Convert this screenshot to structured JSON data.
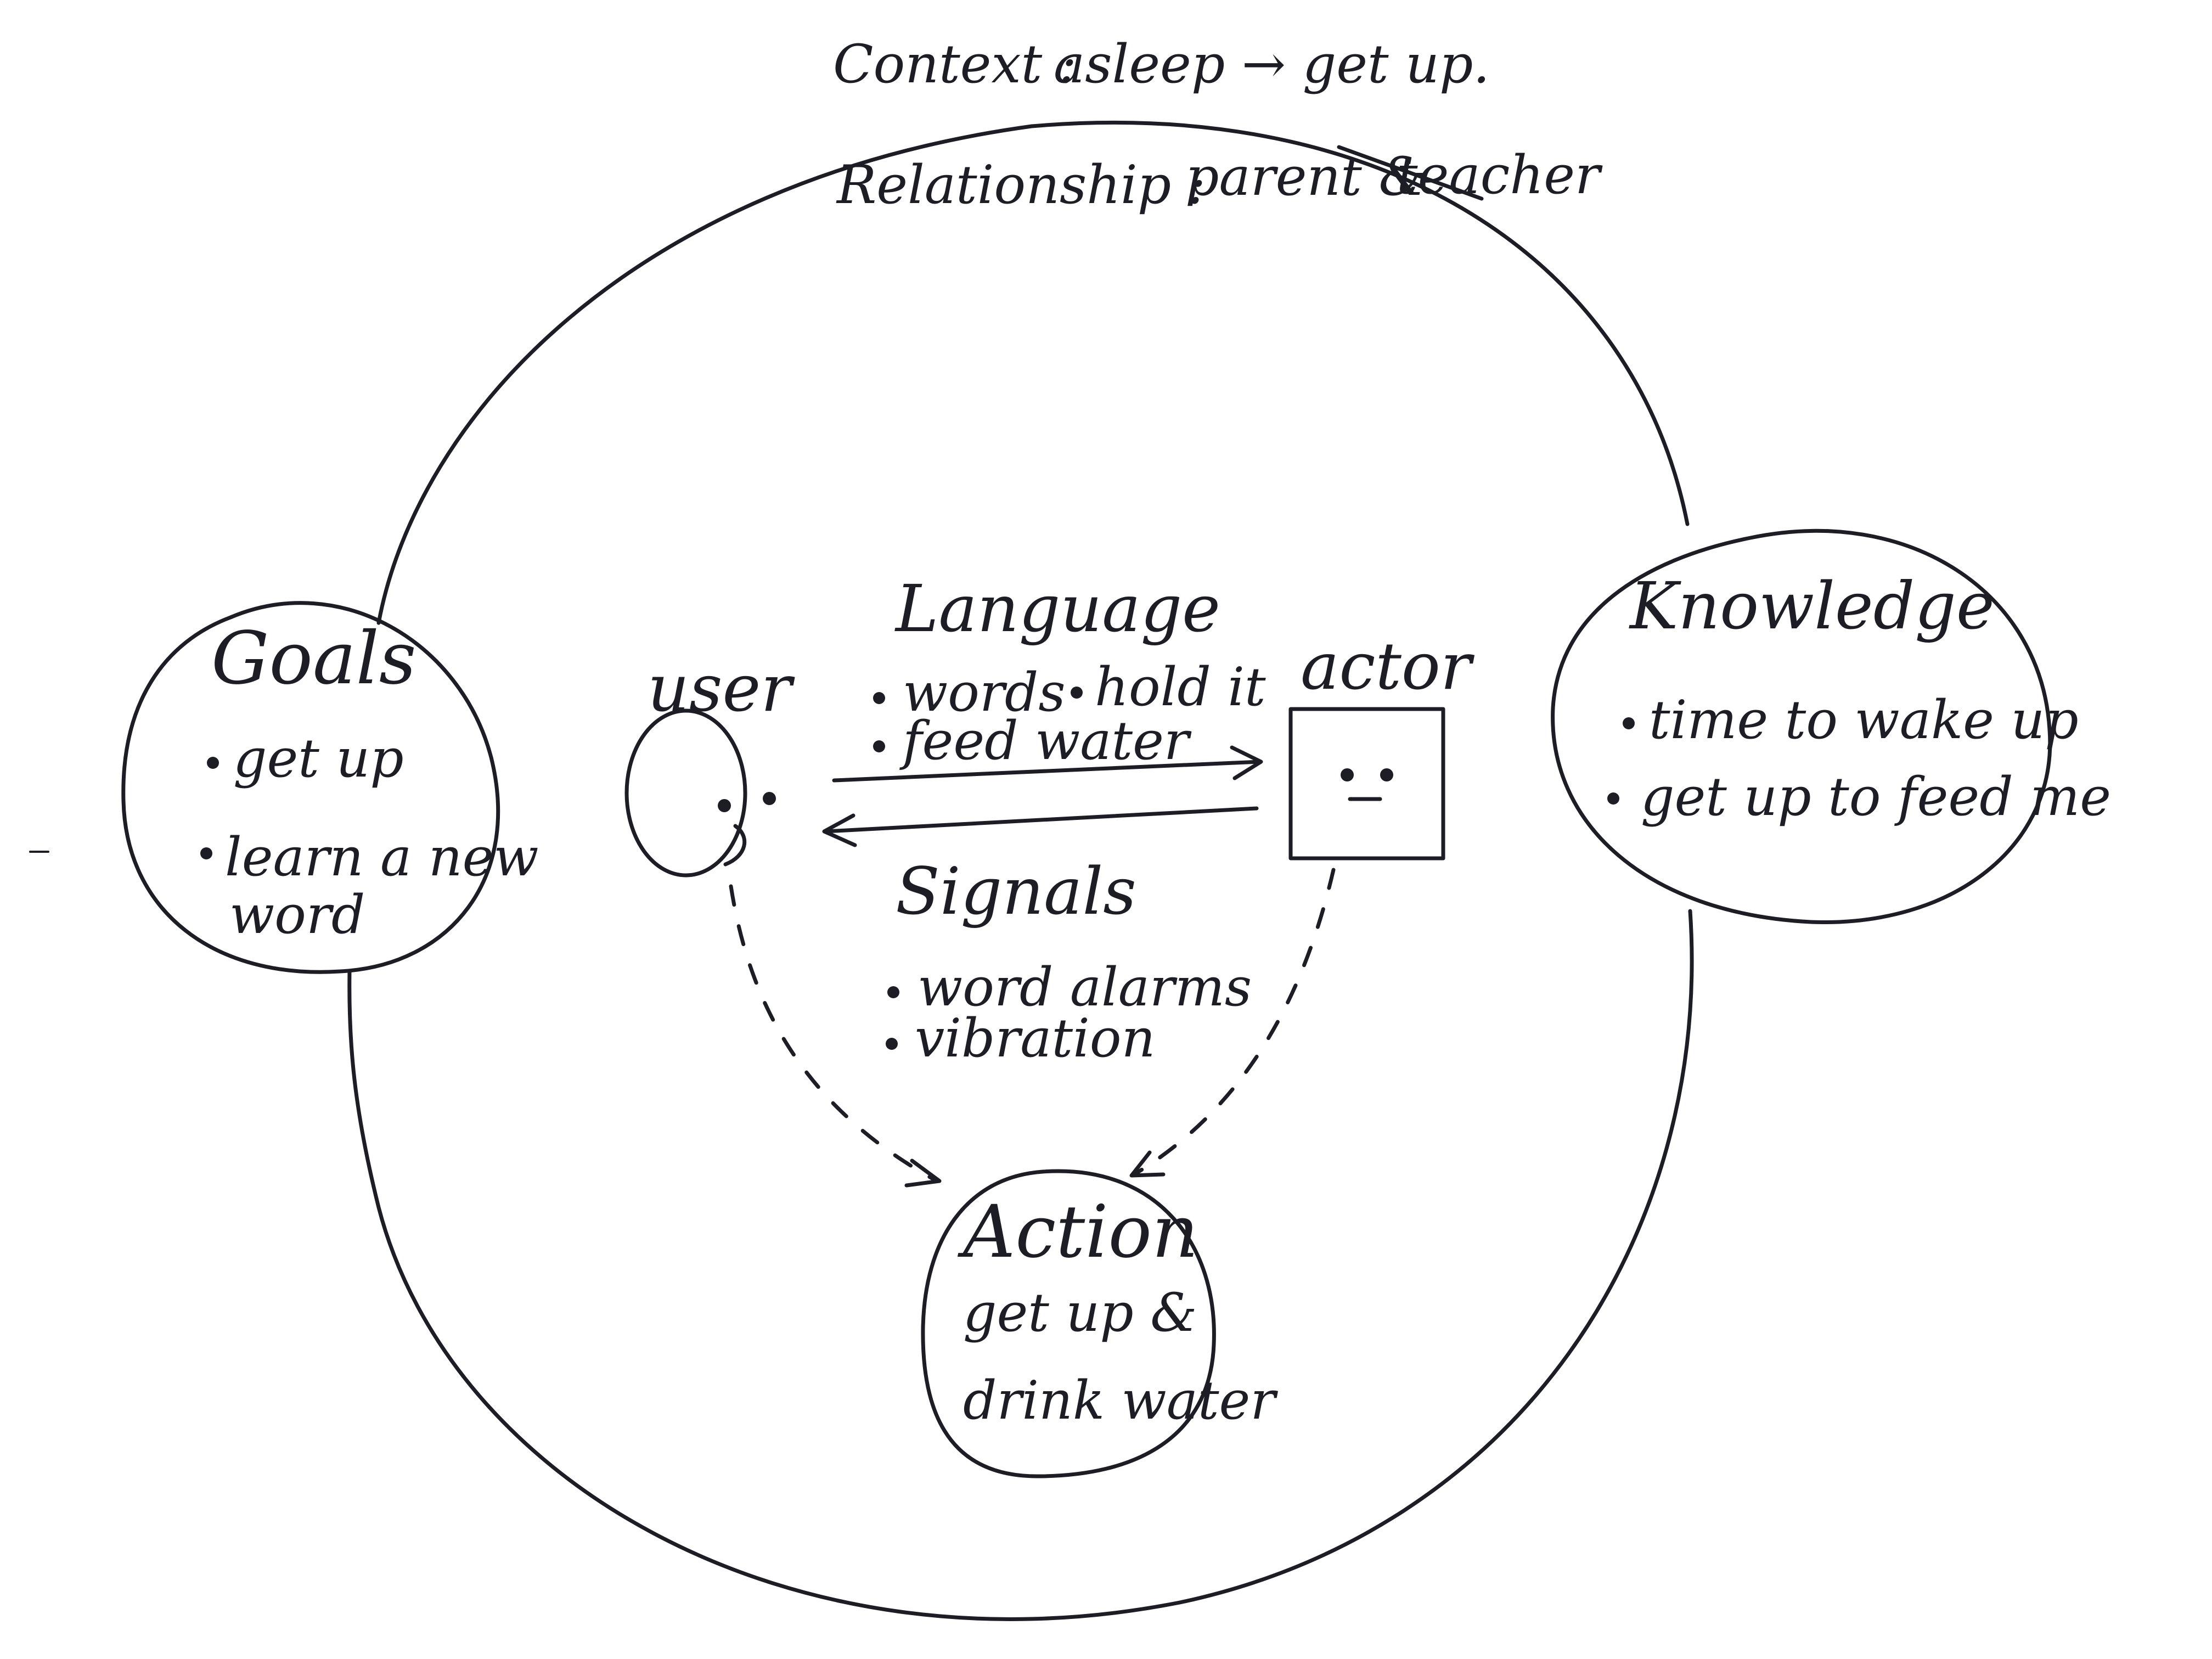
{
  "header": {
    "context_label": "Context :",
    "context_value": "asleep → get up.",
    "relationship_label": "Relationship :",
    "relationship_value_1": "parent &",
    "relationship_value_2": "teacher"
  },
  "goals": {
    "title": "Goals",
    "items": [
      "get up",
      "learn a new",
      "word"
    ]
  },
  "knowledge": {
    "title": "Knowledge",
    "items": [
      "time to wake up",
      "get up to feed me"
    ]
  },
  "user": {
    "label": "user"
  },
  "actor": {
    "label": "actor"
  },
  "language": {
    "title": "Language",
    "items": [
      "words",
      "hold it",
      "feed water"
    ]
  },
  "signals": {
    "title": "Signals",
    "items": [
      "word alarms",
      "vibration"
    ]
  },
  "action": {
    "title": "Action",
    "lines": [
      "get up &",
      "drink water"
    ]
  },
  "colors": {
    "ink": "#1d1d26",
    "paper": "#ffffff"
  }
}
